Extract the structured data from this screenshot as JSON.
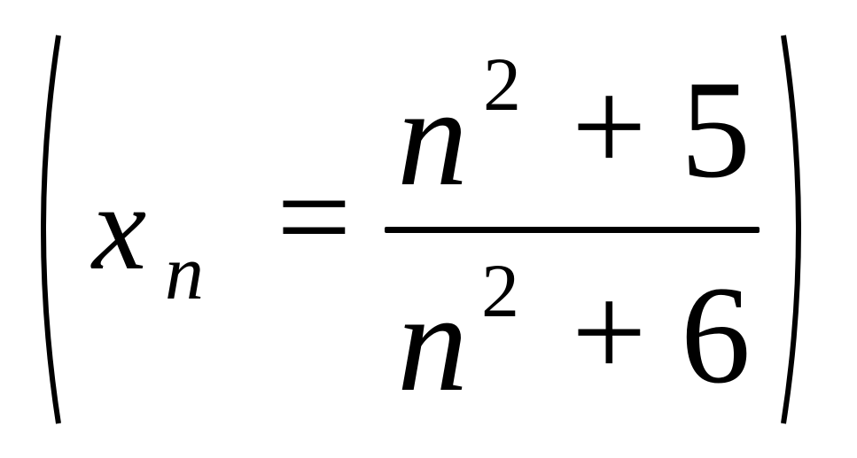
{
  "formula": {
    "lhs": {
      "variable": "x",
      "subscript": "n"
    },
    "relation": "=",
    "numerator": {
      "base": "n",
      "exponent": "2",
      "operator": "+",
      "constant": "5"
    },
    "denominator": {
      "base": "n",
      "exponent": "2",
      "operator": "+",
      "constant": "6"
    }
  }
}
